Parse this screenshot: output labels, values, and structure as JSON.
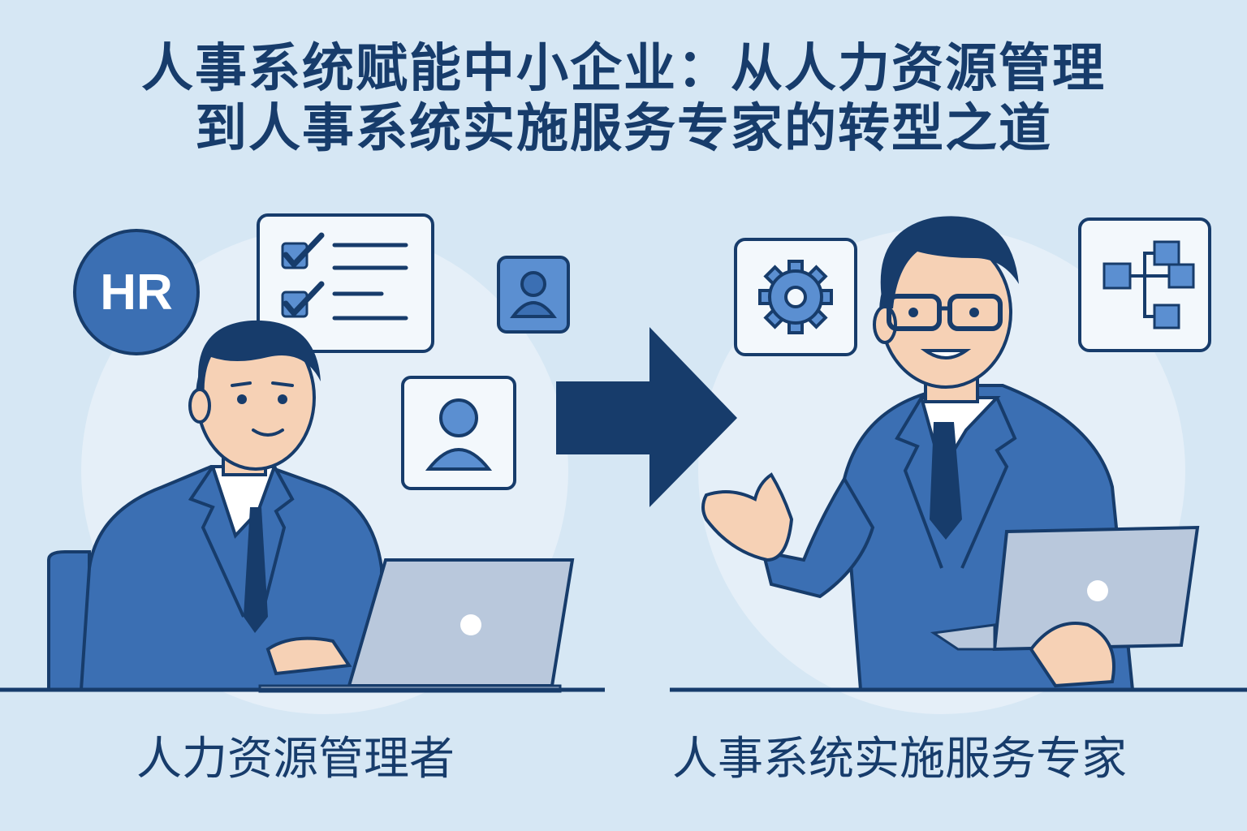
{
  "title": {
    "line1": "人事系统赋能中小企业：从人力资源管理",
    "line2": "到人事系统实施服务专家的转型之道"
  },
  "left": {
    "badge": "HR",
    "caption": "人力资源管理者",
    "icons": [
      "hr-badge",
      "checklist-icon",
      "user-profile-icon",
      "user-card-icon",
      "laptop-icon"
    ]
  },
  "right": {
    "caption": "人事系统实施服务专家",
    "icons": [
      "gear-icon",
      "flowchart-icon",
      "laptop-icon"
    ]
  },
  "colors": {
    "background": "#d6e7f4",
    "navy": "#173c6b",
    "suit_blue": "#3b6fb3",
    "light_blue": "#5b8fd1",
    "skin": "#f6d1b5"
  }
}
